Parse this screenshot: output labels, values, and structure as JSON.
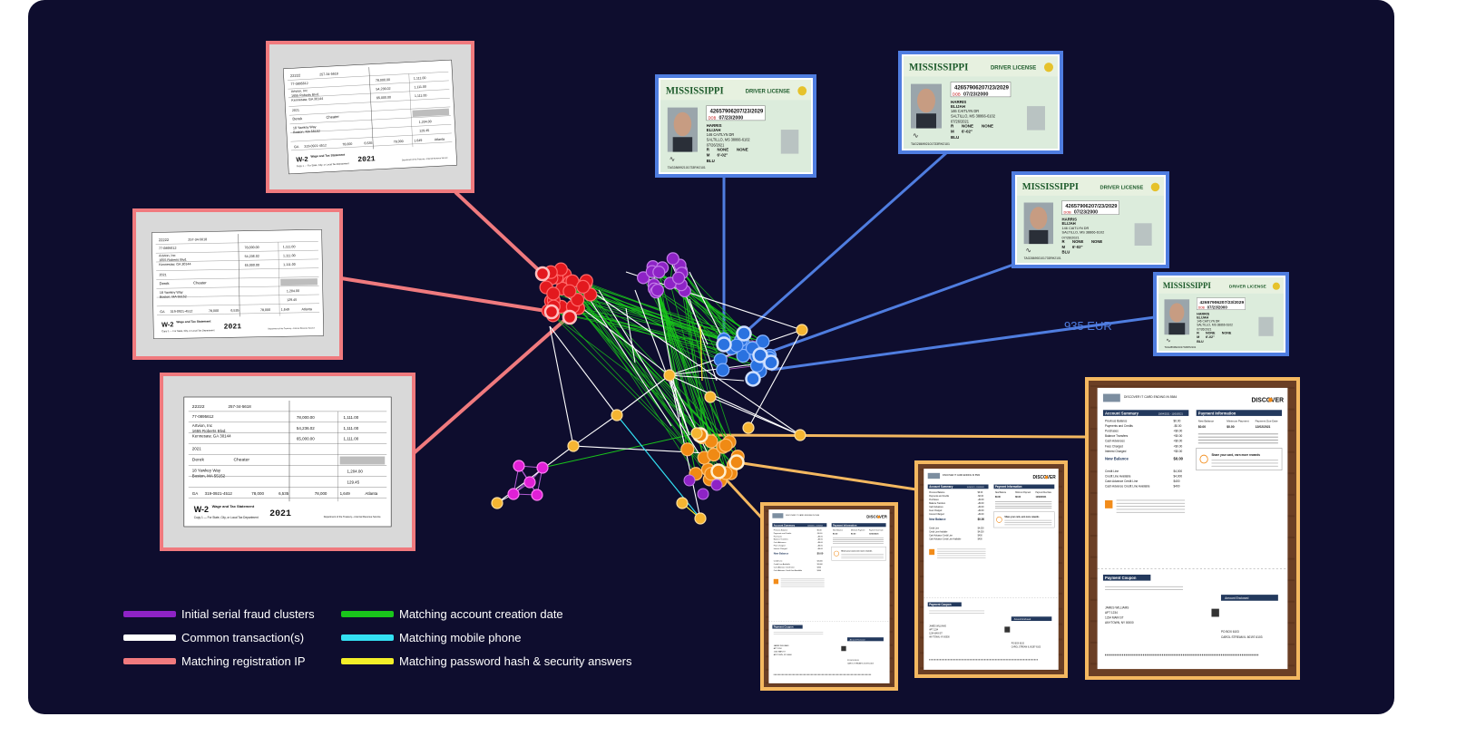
{
  "colors": {
    "background": "#0e0d2e",
    "w2_border": "#f07a7e",
    "license_border": "#4f7de0",
    "statement_border": "#f4b860",
    "cluster_red": "#e3191e",
    "cluster_purple": "#8e23c6",
    "cluster_blue": "#2a72e0",
    "cluster_orange": "#f08a14",
    "cluster_magenta": "#e020d6",
    "node_yellow": "#f5b532"
  },
  "float_label": "935 EUR",
  "w2": {
    "form_number": "22222",
    "ssn": "257-34-5618",
    "ein": "77-0895612",
    "employer_name": "Artvion, Inc",
    "employer_street": "1655 Roberts Blvd.",
    "employer_city": "Kennesaw, GA 30144",
    "control": "2021",
    "first_name": "Derek",
    "last_name": "Cheater",
    "emp_street": "18 Yawkey Way",
    "emp_city": "Boston, MA 55152",
    "wages": "78,000.00",
    "fed_tax": "1,111.00",
    "ss_wages": "54,236.02",
    "ss_tax": "1,111.00",
    "medicare_wages": "65,000.00",
    "medicare_tax": "1,111.00",
    "box12a": "1,204.00",
    "box12b": "129.45",
    "state": "GA",
    "state_id": "319-0921-4512",
    "state_wages": "78,000",
    "state_tax": "6,535",
    "local_wages": "78,000",
    "local_tax": "1,649",
    "locality": "Atlanta",
    "form_label": "W-2",
    "form_title": "Wage and Tax Statement",
    "copy": "Copy 1 — For State, City, or Local Tax Department",
    "year": "2021",
    "dept": "Department of the Treasury—Internal Revenue Service"
  },
  "license": {
    "state": "MISSISSIPPI",
    "title": "DRIVER LICENSE",
    "number": "426579062",
    "dob_label": "DOB",
    "dob": "07/23/2000",
    "exp": "07/23/2029",
    "last": "HARRIS",
    "first": "ELIJAH",
    "street": "146 CAITLYN DR",
    "city": "SALTILLO, MS 38866-6102",
    "issued": "07/26/2021",
    "class": "R",
    "end": "NONE",
    "restr": "NONE",
    "sex": "M",
    "height": "6'-02\"",
    "eyes": "BLU",
    "dd": "TAG286992101733RH2101"
  },
  "statement": {
    "brand": "DISCOVER",
    "card": "DISCOVER IT CARD ENDING IN 5584",
    "summary_title": "Account Summary",
    "summary_period": "10/04/2021 - 11/03/2021",
    "rows": [
      {
        "label": "Previous Balance",
        "value": "$0.00"
      },
      {
        "label": "Payments and Credits",
        "value": "-$0.00"
      },
      {
        "label": "Purchases",
        "value": "+$0.00"
      },
      {
        "label": "Balance Transfers",
        "value": "+$0.00"
      },
      {
        "label": "Cash Advances",
        "value": "+$0.00"
      },
      {
        "label": "Fees Charged",
        "value": "+$0.00"
      },
      {
        "label": "Interest Charged",
        "value": "+$0.00"
      }
    ],
    "new_balance_label": "New Balance",
    "new_balance": "$0.00",
    "credit_rows": [
      {
        "label": "Credit Line",
        "value": "$4,000"
      },
      {
        "label": "Credit Line Available",
        "value": "$4,000"
      },
      {
        "label": "Cash Advance Credit Line",
        "value": "$400"
      },
      {
        "label": "Cash Advance Credit Line Available",
        "value": "$400"
      }
    ],
    "payment_title": "Payment Information",
    "payment_cols": [
      "New Balance",
      "Minimum Payment",
      "Payment Due Date"
    ],
    "payment_vals": [
      "$0.00",
      "$0.00",
      "12/02/2021"
    ],
    "share_title": "Share your card, earn more rewards",
    "coupon_title": "Payment Coupon",
    "enclosed_label": "Amount Enclosed",
    "name": "JAMES WILLIAMS",
    "address1": "APT 1234",
    "address2": "1234 MAIN ST",
    "address3": "ANYTOWN, NY 00000",
    "remit1": "PO BOX 6103",
    "remit2": "CAROL STREAM IL 60197-6103"
  },
  "legend": [
    {
      "label": "Initial serial fraud clusters",
      "color": "#8e23c6"
    },
    {
      "label": "Common transaction(s)",
      "color": "#ffffff"
    },
    {
      "label": "Matching registration IP",
      "color": "#f07a7e"
    },
    {
      "label": "Matching account creation date",
      "color": "#19c61b"
    },
    {
      "label": "Matching mobile phone",
      "color": "#33e0f2"
    },
    {
      "label": "Matching password hash & security answers",
      "color": "#f3ee28"
    }
  ]
}
